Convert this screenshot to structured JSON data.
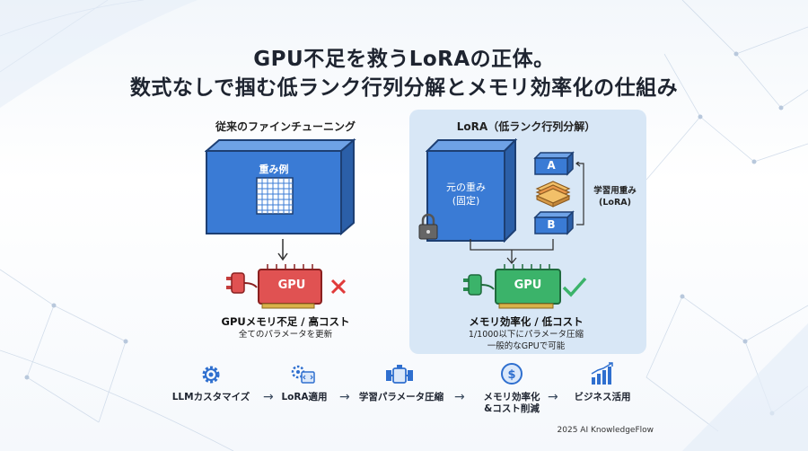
{
  "title": {
    "line1": "GPU不足を救うLoRAの正体。",
    "line2": "数式なしで掴む低ランク行列分解とメモリ効率化の仕組み"
  },
  "left_panel": {
    "heading": "従来のファインチューニング",
    "matrix_label": "重み例",
    "gpu_label": "GPU",
    "result_title": "GPUメモリ不足 / 高コスト",
    "result_desc": "全てのパラメータを更新"
  },
  "right_panel": {
    "heading": "LoRA（低ランク行列分解）",
    "base_weight_line1": "元の重み",
    "base_weight_line2": "(固定)",
    "box_a": "A",
    "box_b": "B",
    "side_label_line1": "学習用重み",
    "side_label_line2": "(LoRA)",
    "gpu_label": "GPU",
    "result_title": "メモリ効率化 / 低コスト",
    "result_desc_line1": "1/1000以下にパラメータ圧縮",
    "result_desc_line2": "一般的なGPUで可能"
  },
  "flow": {
    "steps": [
      {
        "label": "LLMカスタマイズ",
        "icon": "gear-icon"
      },
      {
        "label": "LoRA適用",
        "icon": "gear-code-icon"
      },
      {
        "label": "学習パラメータ圧縮",
        "icon": "compress-icon"
      },
      {
        "label_line1": "メモリ効率化",
        "label_line2": "&コスト削減",
        "icon": "coin-icon"
      },
      {
        "label": "ビジネス活用",
        "icon": "bar-chart-icon"
      }
    ]
  },
  "footer": "2025 AI KnowledgeFlow",
  "colors": {
    "block_blue": "#3a7bd5",
    "block_dark": "#1d3f73",
    "gpu_red": "#e05252",
    "gpu_green": "#3bb36a",
    "lora_bg": "#d8e7f6"
  }
}
